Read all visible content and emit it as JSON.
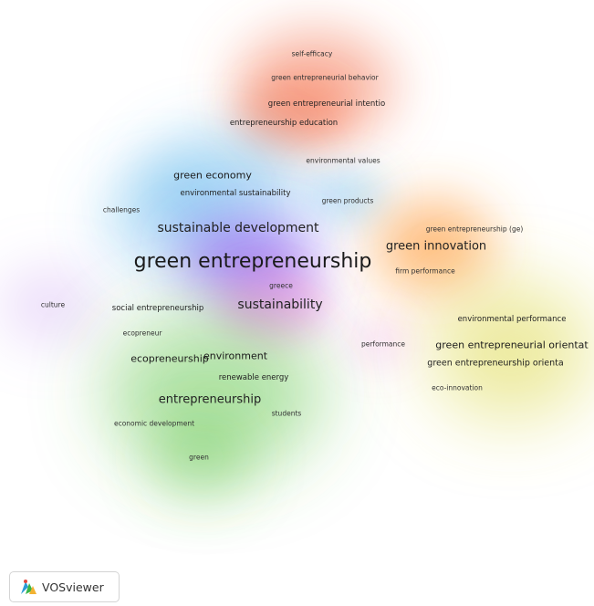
{
  "terms": [
    {
      "key": "self-efficacy",
      "text": "self-efficacy"
    },
    {
      "key": "green-entrepreneurial-behavior",
      "text": "green entrepreneurial behavior"
    },
    {
      "key": "green-entrepreneurial-intention",
      "text": "green entrepreneurial intentio"
    },
    {
      "key": "entrepreneurship-education",
      "text": "entrepreneurship education"
    },
    {
      "key": "environmental-values",
      "text": "environmental values"
    },
    {
      "key": "green-economy",
      "text": "green economy"
    },
    {
      "key": "environmental-sustainability",
      "text": "environmental sustainability"
    },
    {
      "key": "green-products",
      "text": "green products"
    },
    {
      "key": "challenges",
      "text": "challenges"
    },
    {
      "key": "sustainable-development",
      "text": "sustainable development"
    },
    {
      "key": "green-entrepreneurship-ge",
      "text": "green entrepreneurship (ge)"
    },
    {
      "key": "green-innovation",
      "text": "green innovation"
    },
    {
      "key": "green-entrepreneurship",
      "text": "green entrepreneurship"
    },
    {
      "key": "firm-performance",
      "text": "firm performance"
    },
    {
      "key": "greece",
      "text": "greece"
    },
    {
      "key": "culture",
      "text": "culture"
    },
    {
      "key": "social-entrepreneurship",
      "text": "social entrepreneurship"
    },
    {
      "key": "sustainability",
      "text": "sustainability"
    },
    {
      "key": "environmental-performance",
      "text": "environmental performance"
    },
    {
      "key": "ecopreneur",
      "text": "ecopreneur"
    },
    {
      "key": "performance",
      "text": "performance"
    },
    {
      "key": "green-entrepreneurial-orientation",
      "text": "green entrepreneurial orientat"
    },
    {
      "key": "ecopreneurship",
      "text": "ecopreneurship"
    },
    {
      "key": "environment",
      "text": "environment"
    },
    {
      "key": "green-entrepreneurship-orientation",
      "text": "green entrepreneurship orienta"
    },
    {
      "key": "renewable-energy",
      "text": "renewable energy"
    },
    {
      "key": "eco-innovation",
      "text": "eco-innovation"
    },
    {
      "key": "entrepreneurship",
      "text": "entrepreneurship"
    },
    {
      "key": "students",
      "text": "students"
    },
    {
      "key": "economic-development",
      "text": "economic development"
    },
    {
      "key": "green",
      "text": "green"
    }
  ],
  "clusters": [
    {
      "name": "red",
      "color": "#f4734f"
    },
    {
      "name": "blue",
      "color": "#57b3ea"
    },
    {
      "name": "purple",
      "color": "#8a5cf0"
    },
    {
      "name": "orange",
      "color": "#ff9838"
    },
    {
      "name": "pink",
      "color": "#ee6fe0"
    },
    {
      "name": "yellow",
      "color": "#dcd84a"
    },
    {
      "name": "green",
      "color": "#55c13c"
    },
    {
      "name": "violet",
      "color": "#c79af0"
    }
  ],
  "branding": {
    "name": "VOSviewer",
    "logo_icon": "vosviewer-logo-icon"
  }
}
